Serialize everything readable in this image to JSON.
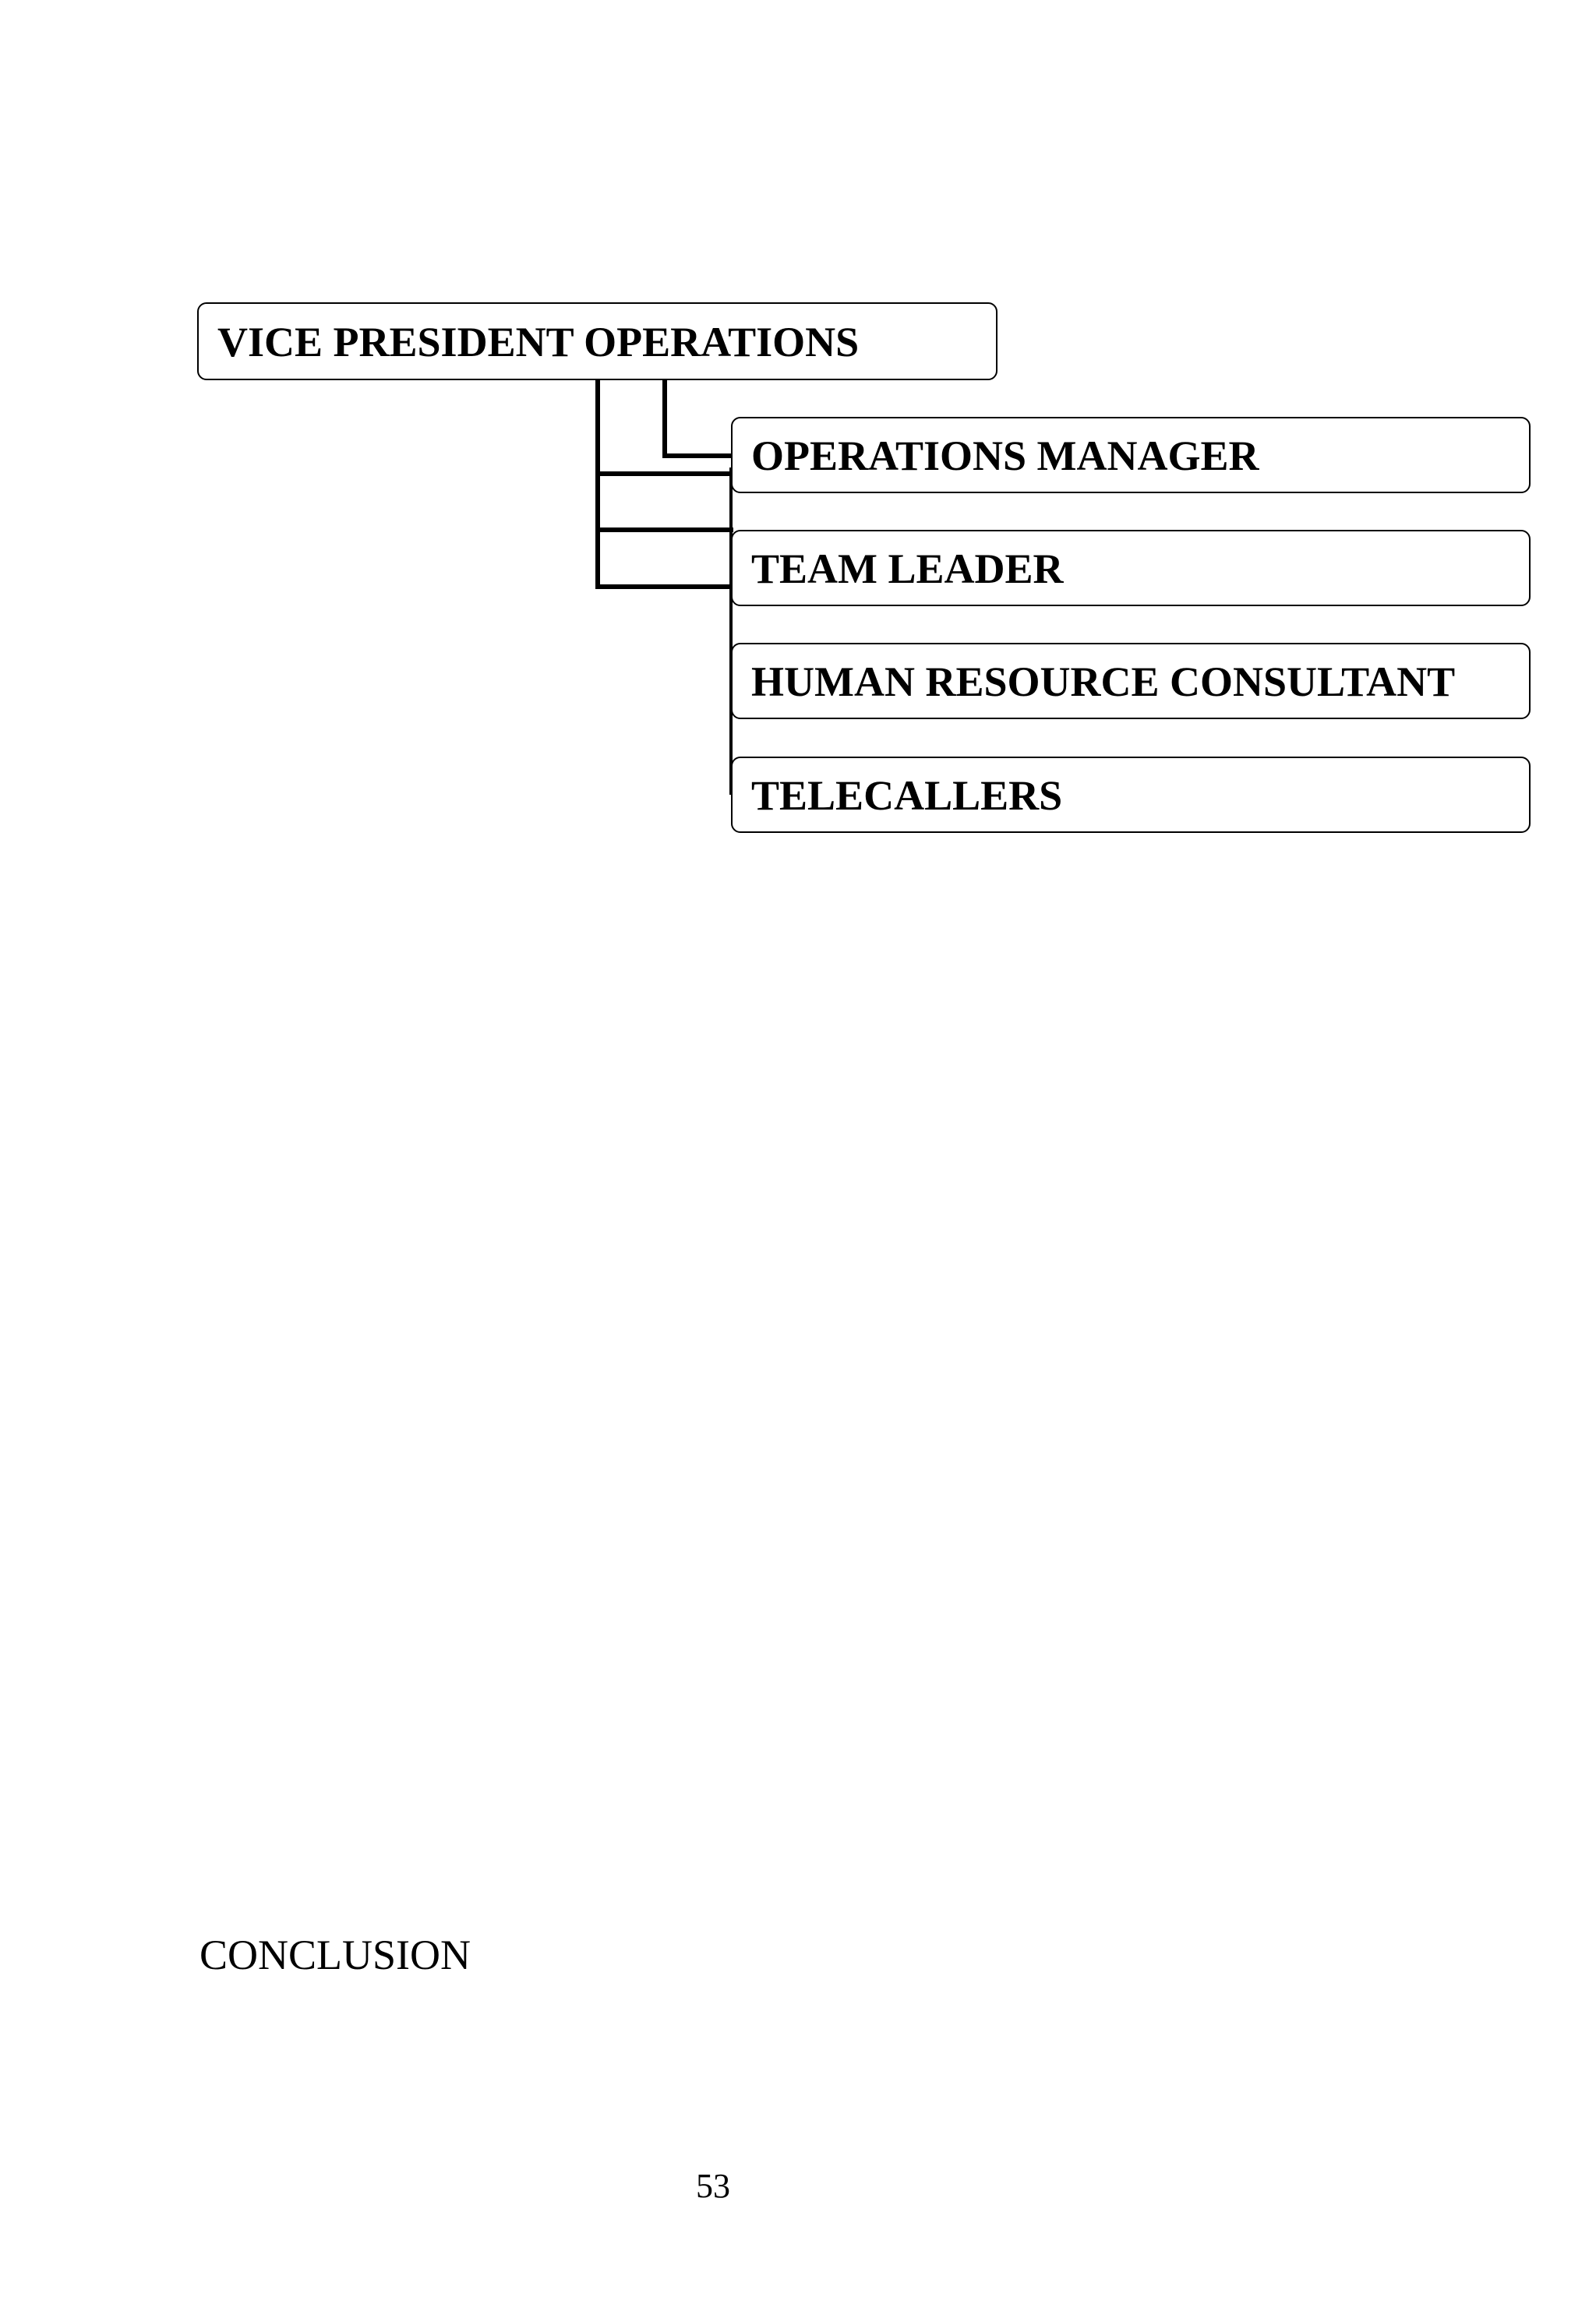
{
  "org_chart": {
    "root": {
      "label": "VICE PRESIDENT OPERATIONS"
    },
    "children": [
      {
        "label": "OPERATIONS MANAGER"
      },
      {
        "label": "TEAM LEADER"
      },
      {
        "label": "HUMAN RESOURCE CONSULTANT"
      },
      {
        "label": "TELECALLERS"
      }
    ]
  },
  "section_heading": "CONCLUSION",
  "page_number": "53"
}
